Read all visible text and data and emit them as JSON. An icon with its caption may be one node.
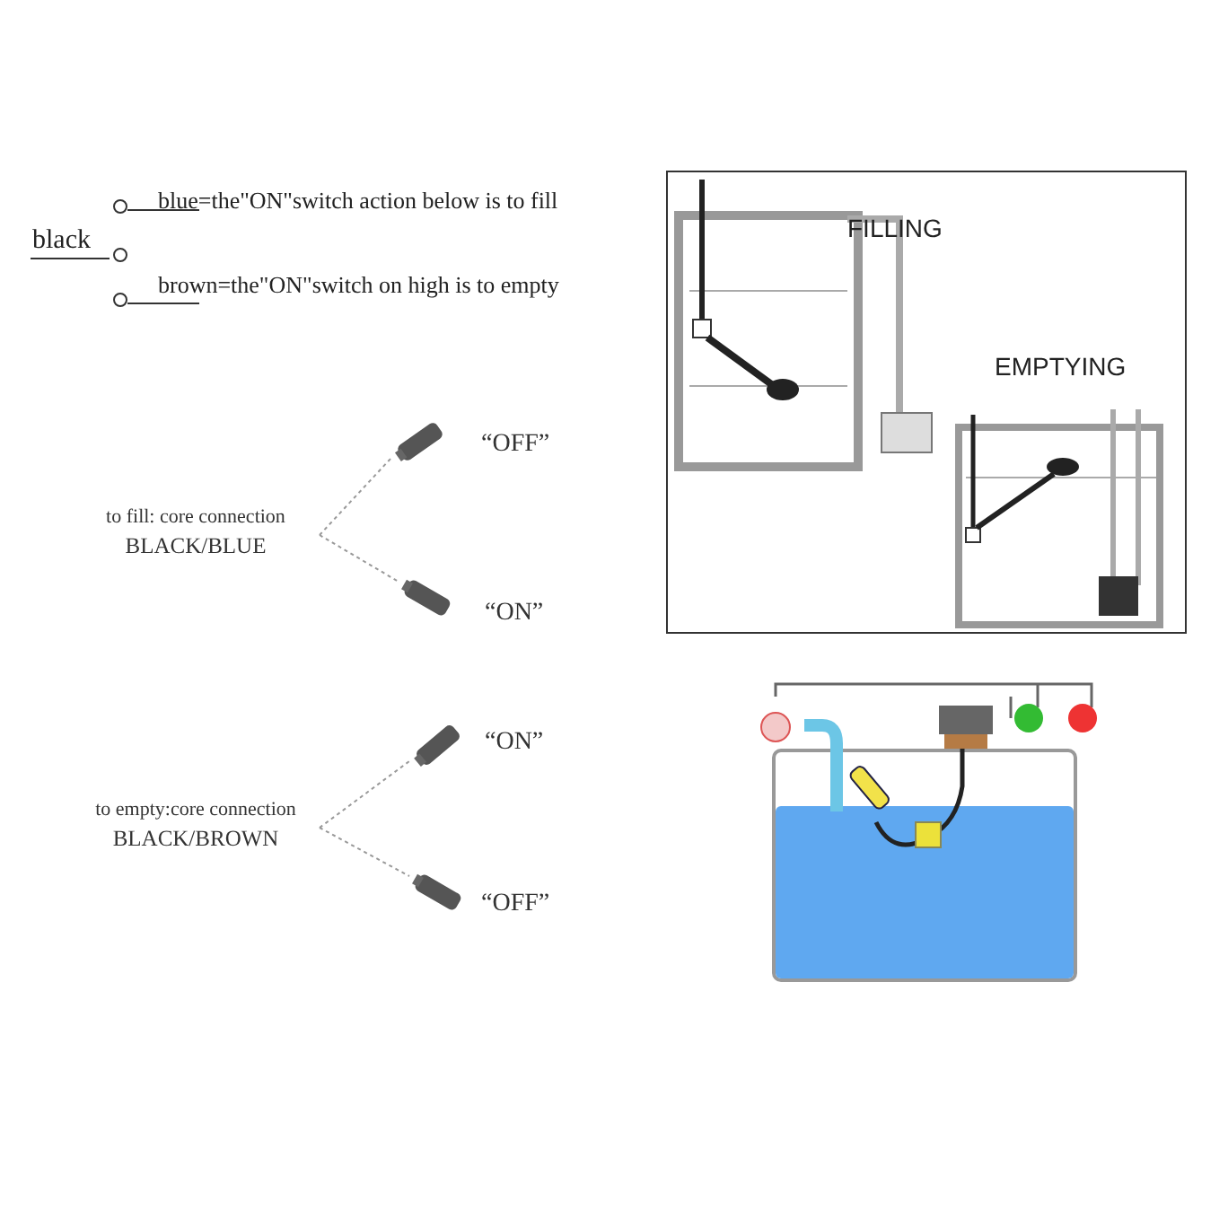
{
  "diagram": {
    "nodes": [
      {
        "text": [
          "to fill: core connection",
          "BLACK/BLUE"
        ]
      },
      {
        "text": [],
        "shape": "picture",
        "beside": [
          "“OFF”"
        ]
      },
      {
        "text": [],
        "shape": "picture",
        "beside": [
          "“ON”"
        ]
      },
      {
        "text": [
          "to empty:core connection",
          "BLACK/BROWN"
        ]
      },
      {
        "text": [],
        "shape": "picture",
        "beside": [
          "“ON”"
        ]
      },
      {
        "text": [],
        "shape": "picture",
        "beside": [
          "“OFF”"
        ]
      }
    ],
    "edges": [
      {
        "from": 0,
        "to": 1,
        "arrow": "none",
        "style": "dashed"
      },
      {
        "from": 0,
        "to": 2,
        "arrow": "none",
        "style": "dashed"
      },
      {
        "from": 3,
        "to": 4,
        "arrow": "none",
        "style": "dashed"
      },
      {
        "from": 3,
        "to": 5,
        "arrow": "none",
        "style": "dashed"
      }
    ],
    "labels": [
      "blue=the\"ON\"switch action below is to fill",
      "black",
      "brown=the\"ON\"switch on high is to empty",
      "FILLING",
      "EMPTYING"
    ]
  }
}
